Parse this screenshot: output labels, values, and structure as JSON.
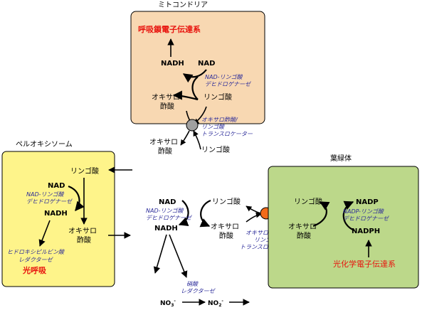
{
  "mitochondria": {
    "title": "ミトコンドリア",
    "chain": "呼吸鎖電子伝達系",
    "nadh": "NADH",
    "nad": "NAD",
    "enzyme": [
      "NAD-リンゴ酸",
      "デヒドロゲナーゼ"
    ],
    "oxaloacetate": [
      "オキサロ",
      "酢酸"
    ],
    "malate": "リンゴ酸",
    "transporter": [
      "オキサロ酢酸/",
      "リンゴ酸",
      "トランスロケーター"
    ],
    "transporter_color": "#a0a0a0"
  },
  "between_mito": {
    "oxaloacetate": [
      "オキサロ",
      "酢酸"
    ],
    "malate": "リンゴ酸"
  },
  "peroxisome": {
    "title": "ペルオキシソーム",
    "malate": "リンゴ酸",
    "nad": "NAD",
    "enzyme": [
      "NAD-リンゴ酸",
      "デヒドロゲナーゼ"
    ],
    "nadh": "NADH",
    "oxaloacetate": [
      "オキサロ",
      "酢酸"
    ],
    "hpr": [
      "ヒドロキシピルビン酸",
      "レダクターゼ"
    ],
    "photorespiration": "光呼吸",
    "fill": "#fef48a"
  },
  "cytosol": {
    "nad": "NAD",
    "enzyme": [
      "NAD-リンゴ酸",
      "デヒドロゲナーゼ"
    ],
    "nadh": "NADH",
    "malate": "リンゴ酸",
    "oxaloacetate": [
      "オキサロ",
      "酢酸"
    ],
    "transporter": [
      "オキサロ酢酸/",
      "リンゴ酸",
      "トランスロケーター"
    ],
    "nitrate_reductase": [
      "硝酸",
      "レダクターゼ"
    ],
    "no3": "NO",
    "no3_sub": "3",
    "no3_sup": "-",
    "no2": "NO",
    "no2_sub": "2",
    "no2_sup": "-"
  },
  "chloroplast": {
    "title": "葉緑体",
    "malate": "リンゴ酸",
    "oxaloacetate": [
      "オキサロ",
      "酢酸"
    ],
    "nadp": "NADP",
    "enzyme": [
      "NADP-リンゴ酸",
      "デヒドロゲナーゼ"
    ],
    "nadph": "NADPH",
    "chain": "光化学電子伝達系",
    "fill": "#bcd88a",
    "transporter_color": "#f26b1a"
  },
  "colors": {
    "mito_fill": "#f8d8b2",
    "enzyme_text": "#2a2a99",
    "red_text": "#e8140e"
  }
}
